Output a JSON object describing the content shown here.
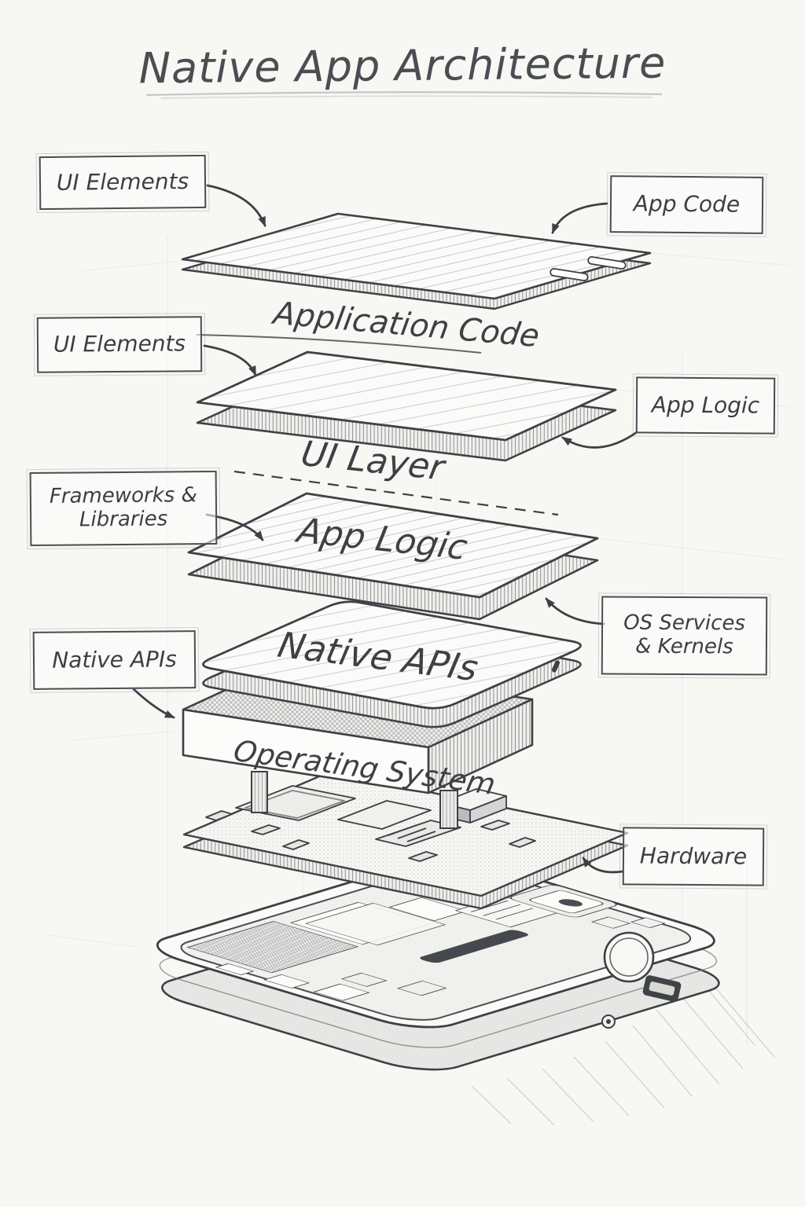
{
  "title": "Native App Architecture",
  "callouts": {
    "ui_elements_top": {
      "label": "UI Elements"
    },
    "app_code": {
      "label": "App Code"
    },
    "ui_elements_mid": {
      "label": "UI Elements"
    },
    "app_logic_right": {
      "label": "App Logic"
    },
    "frameworks_libraries": {
      "lines": [
        "Frameworks &",
        "Libraries"
      ]
    },
    "os_services_kernels": {
      "lines": [
        "OS Services",
        "& Kernels"
      ]
    },
    "native_apis_left": {
      "label": "Native APIs"
    },
    "hardware": {
      "label": "Hardware"
    }
  },
  "layers": {
    "application_code": {
      "label": "Application Code"
    },
    "ui_layer": {
      "label": "UI Layer"
    },
    "app_logic": {
      "label": "App Logic"
    },
    "native_apis": {
      "label": "Native APIs"
    },
    "operating_system": {
      "label": "Operating System"
    }
  },
  "colors": {
    "ink": "#3d4145",
    "paper": "#f7f7f4",
    "pencil": "#a9adb0"
  }
}
